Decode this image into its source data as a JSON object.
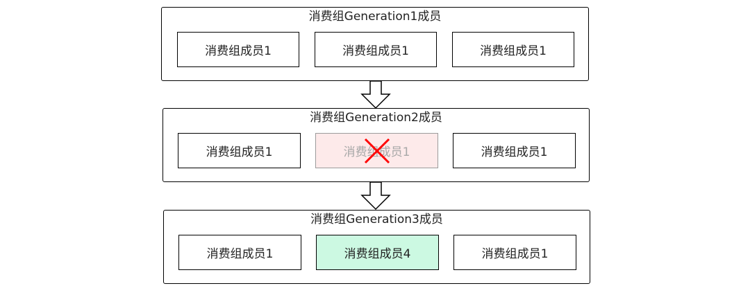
{
  "groups": [
    {
      "title": "消费组Generation1成员",
      "members": [
        {
          "label": "消费组成员1",
          "state": "normal"
        },
        {
          "label": "消费组成员1",
          "state": "normal"
        },
        {
          "label": "消费组成员1",
          "state": "normal"
        }
      ]
    },
    {
      "title": "消费组Generation2成员",
      "members": [
        {
          "label": "消费组成员1",
          "state": "normal"
        },
        {
          "label": "消费组成员1",
          "state": "failed"
        },
        {
          "label": "消费组成员1",
          "state": "normal"
        }
      ]
    },
    {
      "title": "消费组Generation3成员",
      "members": [
        {
          "label": "消费组成员1",
          "state": "normal"
        },
        {
          "label": "消费组成员4",
          "state": "new"
        },
        {
          "label": "消费组成员1",
          "state": "normal"
        }
      ]
    }
  ],
  "colors": {
    "failed_fill": "#fdeaea",
    "new_fill": "#ccf9e2",
    "cross": "#ff0000"
  },
  "icons": {
    "failed_marker": "cross-icon",
    "transition": "down-arrow-icon"
  }
}
